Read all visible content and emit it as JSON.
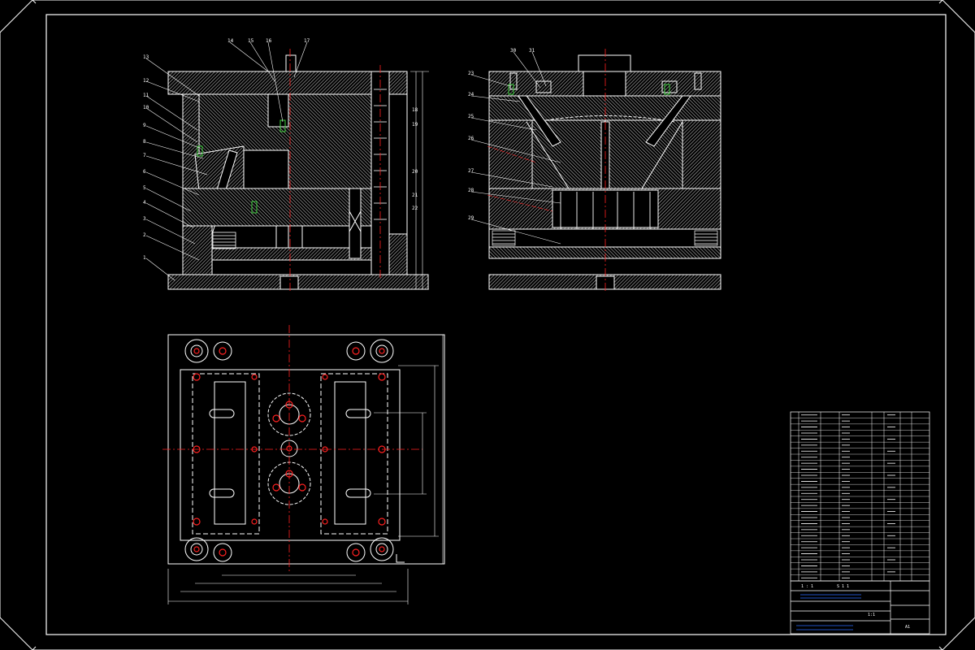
{
  "drawing": {
    "title_block": {
      "part_name": "",
      "sheet_size": "A1",
      "scale": "1:1",
      "marks": [
        "1 : 1",
        "S 1 1"
      ]
    },
    "front_view_callouts": [
      "1",
      "2",
      "3",
      "4",
      "5",
      "6",
      "7",
      "8",
      "9",
      "10",
      "11",
      "12",
      "13",
      "14",
      "15",
      "16",
      "17",
      "18",
      "19",
      "20",
      "21",
      "22"
    ],
    "side_view_callouts": [
      "23",
      "24",
      "25",
      "26",
      "27",
      "28",
      "29",
      "30",
      "31"
    ],
    "technical_requirements": {
      "heading": "",
      "lines": [
        "",
        ""
      ]
    },
    "bom_rows": 28,
    "colors": {
      "background": "#000000",
      "line": "#ffffff",
      "centerline": "#ff2020",
      "hatch": "#a8a8a8",
      "hidden": "#ffffff",
      "accent_green": "#3ccf3c",
      "table_blue": "#2a6cff"
    }
  }
}
